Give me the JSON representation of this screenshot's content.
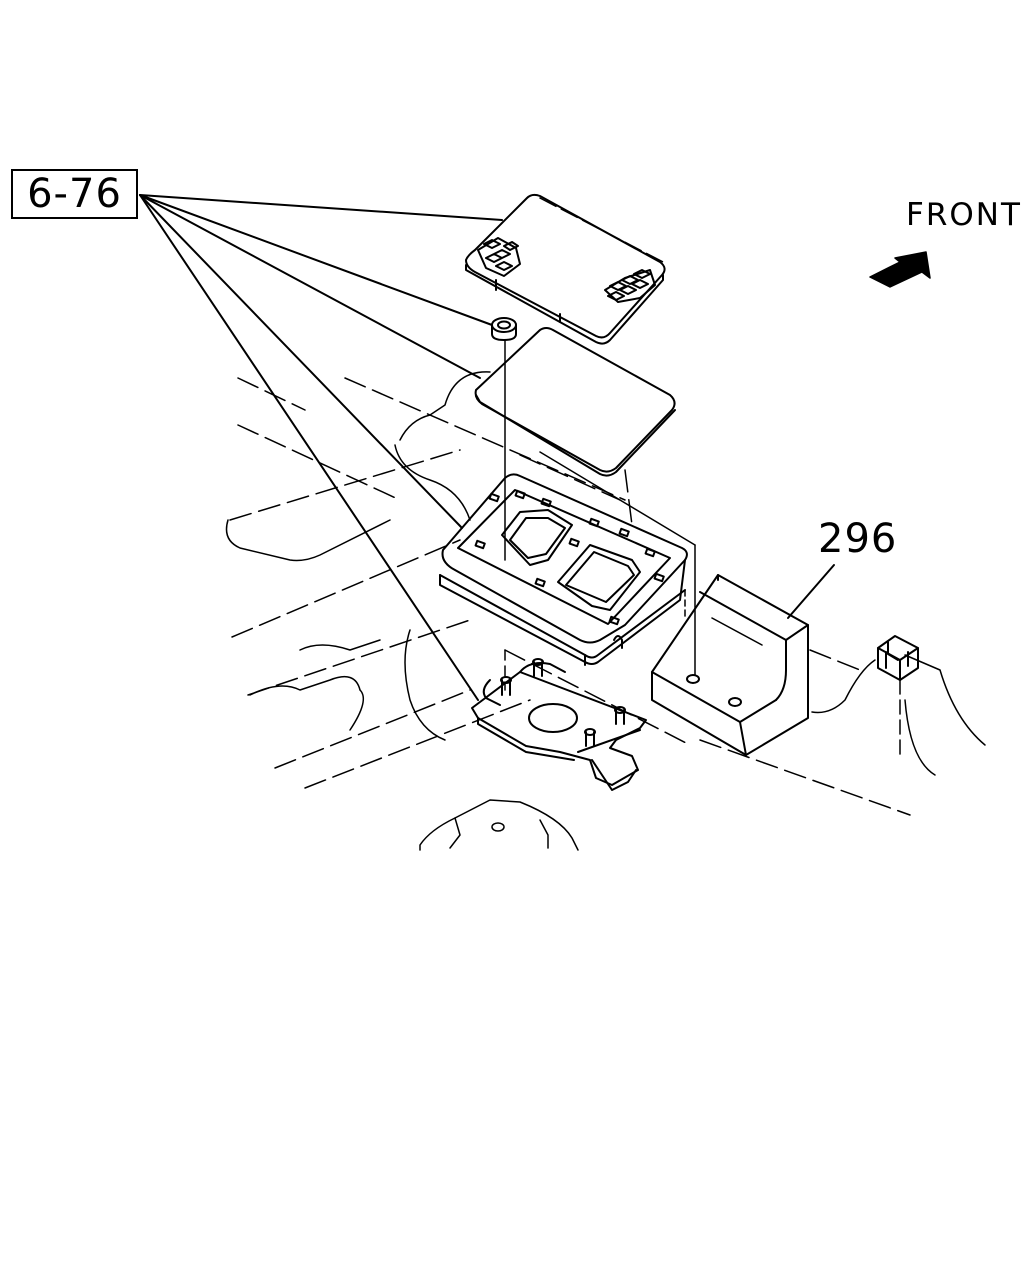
{
  "callouts": {
    "ref_box": "6-76",
    "part_number": "296"
  },
  "orientation": {
    "label": "FRONT",
    "arrow_icon": "front-arrow-icon"
  },
  "colors": {
    "line": "#000000",
    "background": "#ffffff"
  }
}
